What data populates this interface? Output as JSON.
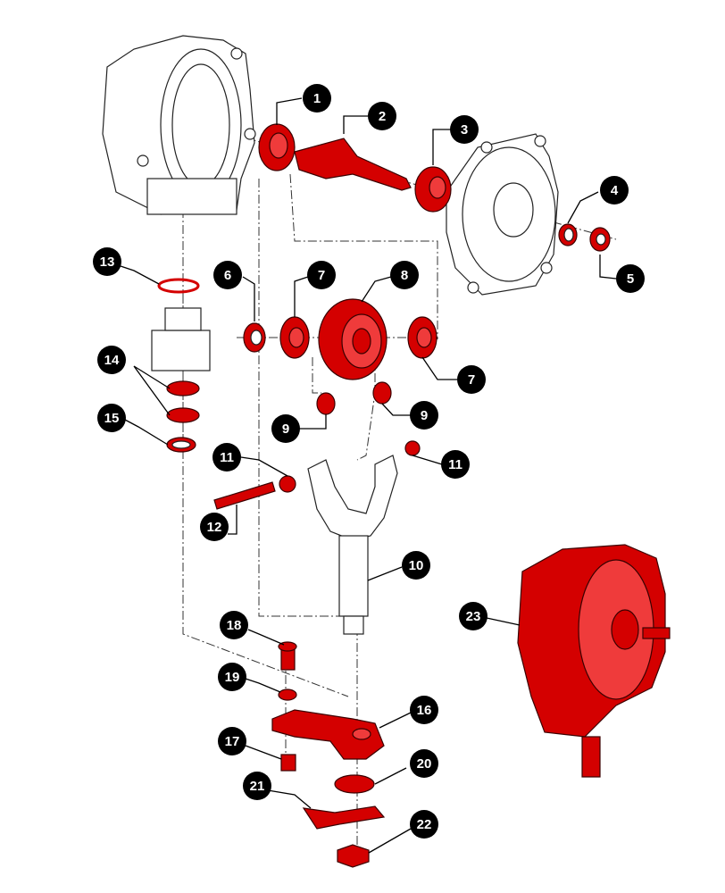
{
  "diagram": {
    "accent_color": "#d40000",
    "callout_color": "#000000",
    "callouts": [
      "1",
      "2",
      "3",
      "4",
      "5",
      "6",
      "7",
      "8",
      "7",
      "9",
      "9",
      "11",
      "11",
      "10",
      "12",
      "13",
      "14",
      "15",
      "16",
      "17",
      "18",
      "19",
      "20",
      "21",
      "22",
      "23"
    ]
  }
}
